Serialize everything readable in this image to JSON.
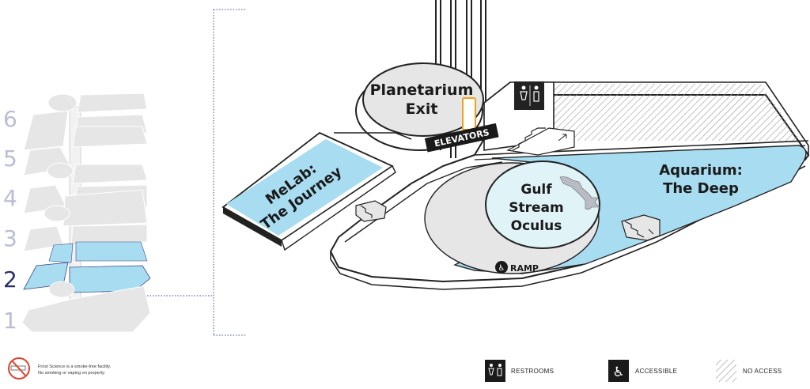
{
  "floors": {
    "levels": [
      "6",
      "5",
      "4",
      "3",
      "2",
      "1"
    ],
    "current": "2"
  },
  "areas": {
    "planetarium_exit": [
      "Planetarium",
      "Exit"
    ],
    "elevators": "ELEVATORS",
    "melab": [
      "MeLab:",
      "The Journey"
    ],
    "gulf_stream": [
      "Gulf",
      "Stream",
      "Oculus"
    ],
    "aquarium": [
      "Aquarium:",
      "The Deep"
    ],
    "ramp": "RAMP"
  },
  "notice": {
    "line1": "Frost Science is a smoke-free facility.",
    "line2": "No smoking or vaping on property."
  },
  "legend": {
    "restrooms": "RESTROOMS",
    "accessible": "ACCESSIBLE",
    "no_access": "NO ACCESS"
  },
  "colors": {
    "water_blue": "#a8dcf0",
    "floor_gray": "#e6e6e6",
    "outline": "#222222",
    "active_floor": "#2c2f6b",
    "inactive_floor": "#b9bdd6",
    "no_smoking_red": "#d9442f"
  },
  "icons": [
    "restroom-icon",
    "accessible-icon",
    "no-access-hatch",
    "stairs-icon",
    "no-smoking-icon",
    "shark-icon"
  ]
}
